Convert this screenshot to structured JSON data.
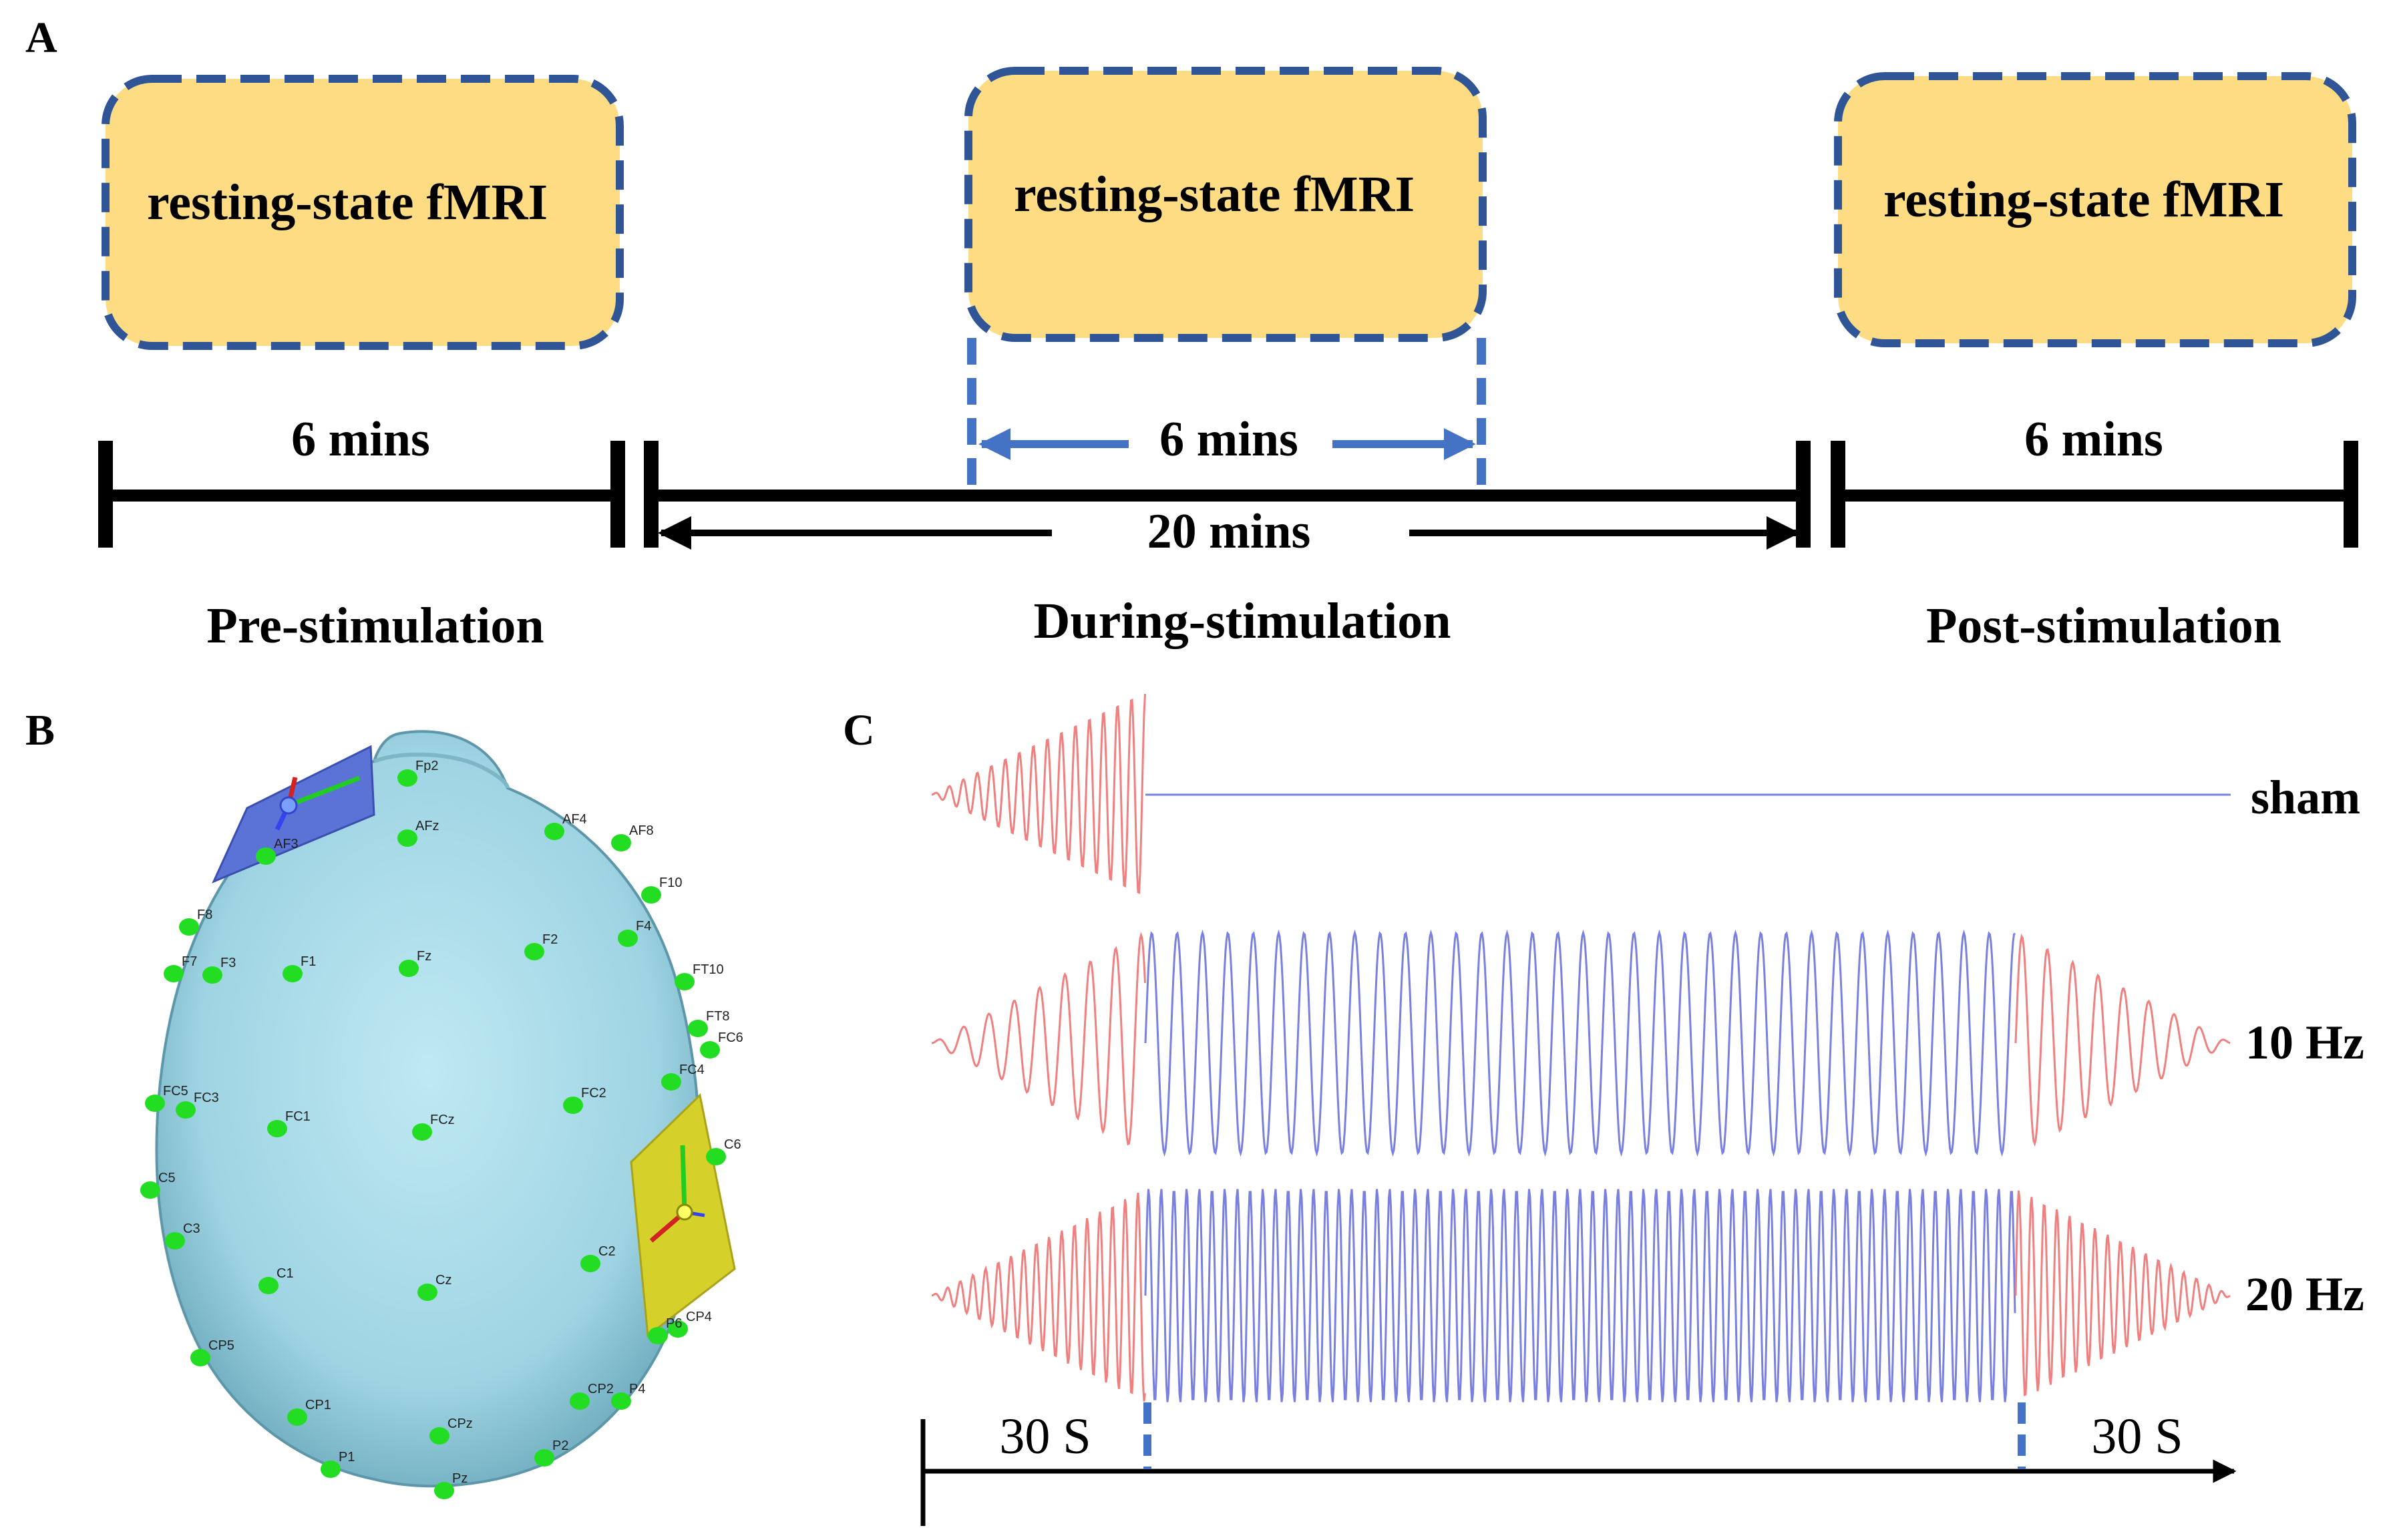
{
  "panel_a": {
    "label": "A",
    "box_text": [
      "resting-state fMRI",
      "resting-state fMRI",
      "resting-state fMRI"
    ],
    "durations": {
      "pre": "6 mins",
      "during_window": "6 mins",
      "during_total": "20 mins",
      "post": "6 mins"
    },
    "phases": [
      "Pre-stimulation",
      "During-stimulation",
      "Post-stimulation"
    ]
  },
  "panel_b": {
    "label": "B",
    "electrodes": [
      "Fp2",
      "AF3",
      "AFz",
      "AF4",
      "AF8",
      "F10",
      "F8",
      "F4",
      "F2",
      "Fz",
      "F1",
      "F3",
      "F7",
      "FT10",
      "FT8",
      "FC6",
      "FC4",
      "FC2",
      "FCz",
      "FC1",
      "FC3",
      "FC5",
      "C5",
      "C3",
      "C1",
      "Cz",
      "C2",
      "C6",
      "CP4",
      "CP2",
      "CP1",
      "CPz",
      "CP5",
      "P2",
      "P1",
      "Pz",
      "P4",
      "P6"
    ]
  },
  "panel_c": {
    "label": "C",
    "signals": [
      "sham",
      "10 Hz",
      "20 Hz"
    ],
    "ramp_up_label": "30 S",
    "ramp_down_label": "30 S"
  },
  "colors": {
    "box_fill": "#FDDC84",
    "box_border": "#2F5597",
    "timeline_blue": "#4472C4",
    "head": "#A9DDEA",
    "electrode": "#22DD22",
    "ramp": "#F08080",
    "steady": "#7A80E0"
  }
}
